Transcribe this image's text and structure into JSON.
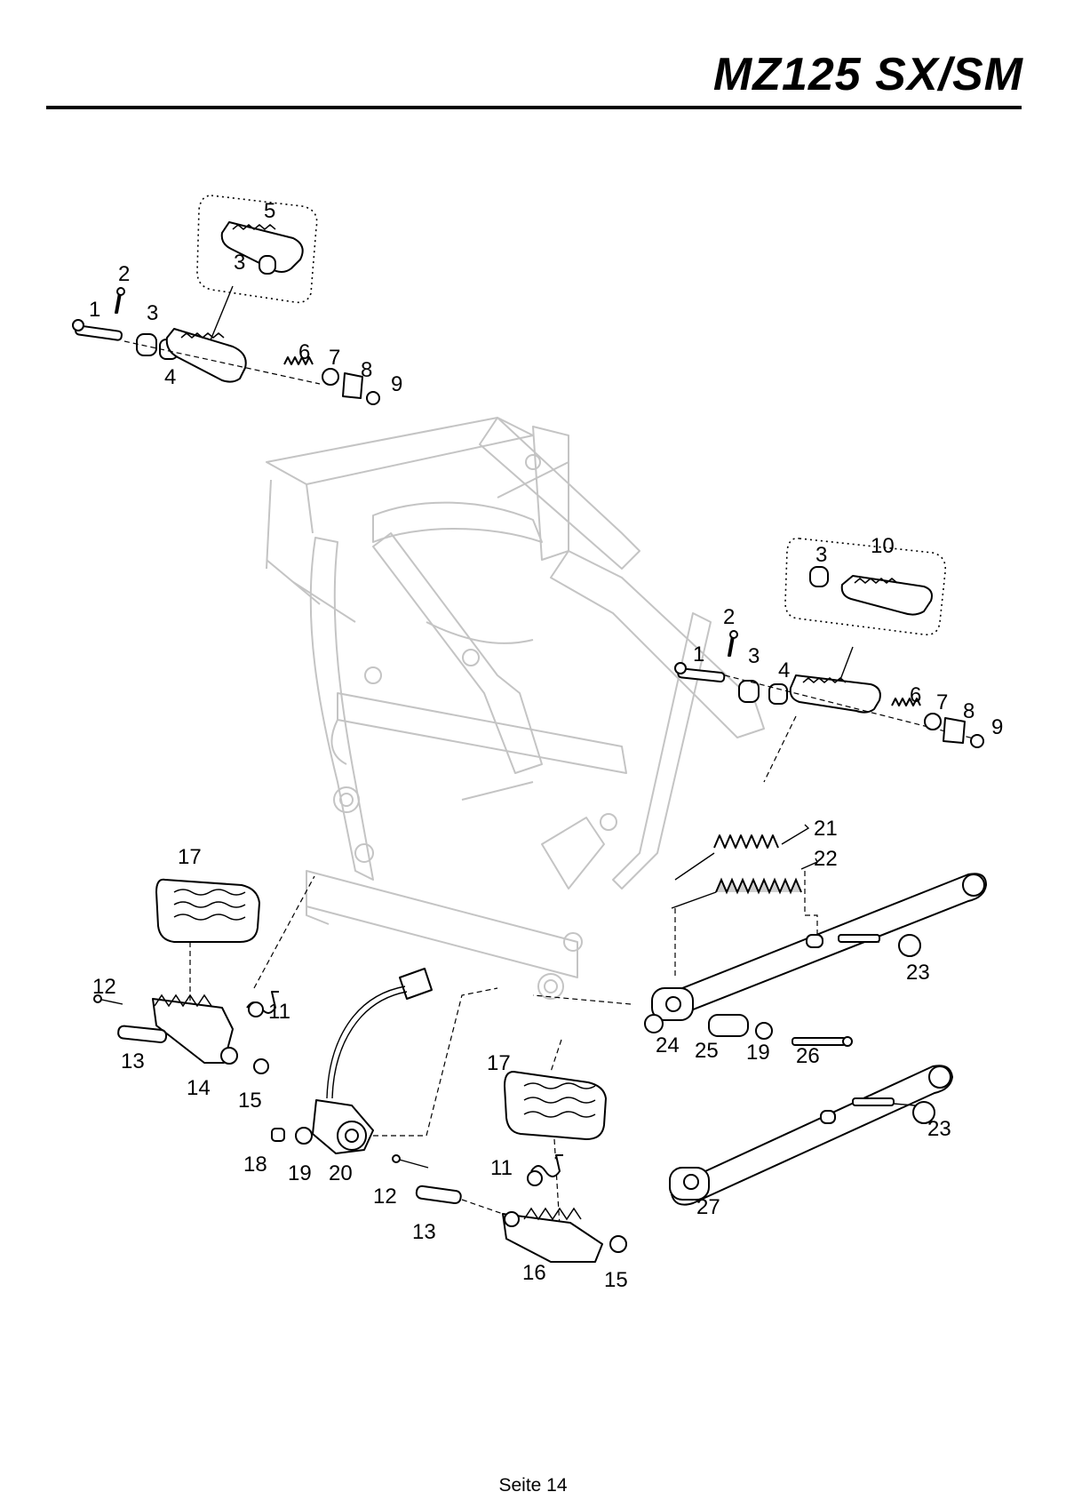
{
  "header": {
    "title": "MZ125 SX/SM"
  },
  "footer": {
    "page": "Seite 14"
  },
  "callouts": {
    "c1a": "1",
    "c2a": "2",
    "c3a": "3",
    "c3b": "3",
    "c4a": "4",
    "c5": "5",
    "c6a": "6",
    "c7a": "7",
    "c8a": "8",
    "c9a": "9",
    "c10": "10",
    "c3c": "3",
    "c2b": "2",
    "c1b": "1",
    "c3d": "3",
    "c4b": "4",
    "c6b": "6",
    "c7b": "7",
    "c8b": "8",
    "c9b": "9",
    "c21": "21",
    "c22": "22",
    "c23a": "23",
    "c23b": "23",
    "c17a": "17",
    "c17b": "17",
    "c12a": "12",
    "c12b": "12",
    "c11a": "11",
    "c11b": "11",
    "c13a": "13",
    "c13b": "13",
    "c14": "14",
    "c15a": "15",
    "c15b": "15",
    "c16": "16",
    "c18": "18",
    "c19a": "19",
    "c19b": "19",
    "c20": "20",
    "c24": "24",
    "c25": "25",
    "c26": "26",
    "c27": "27"
  }
}
